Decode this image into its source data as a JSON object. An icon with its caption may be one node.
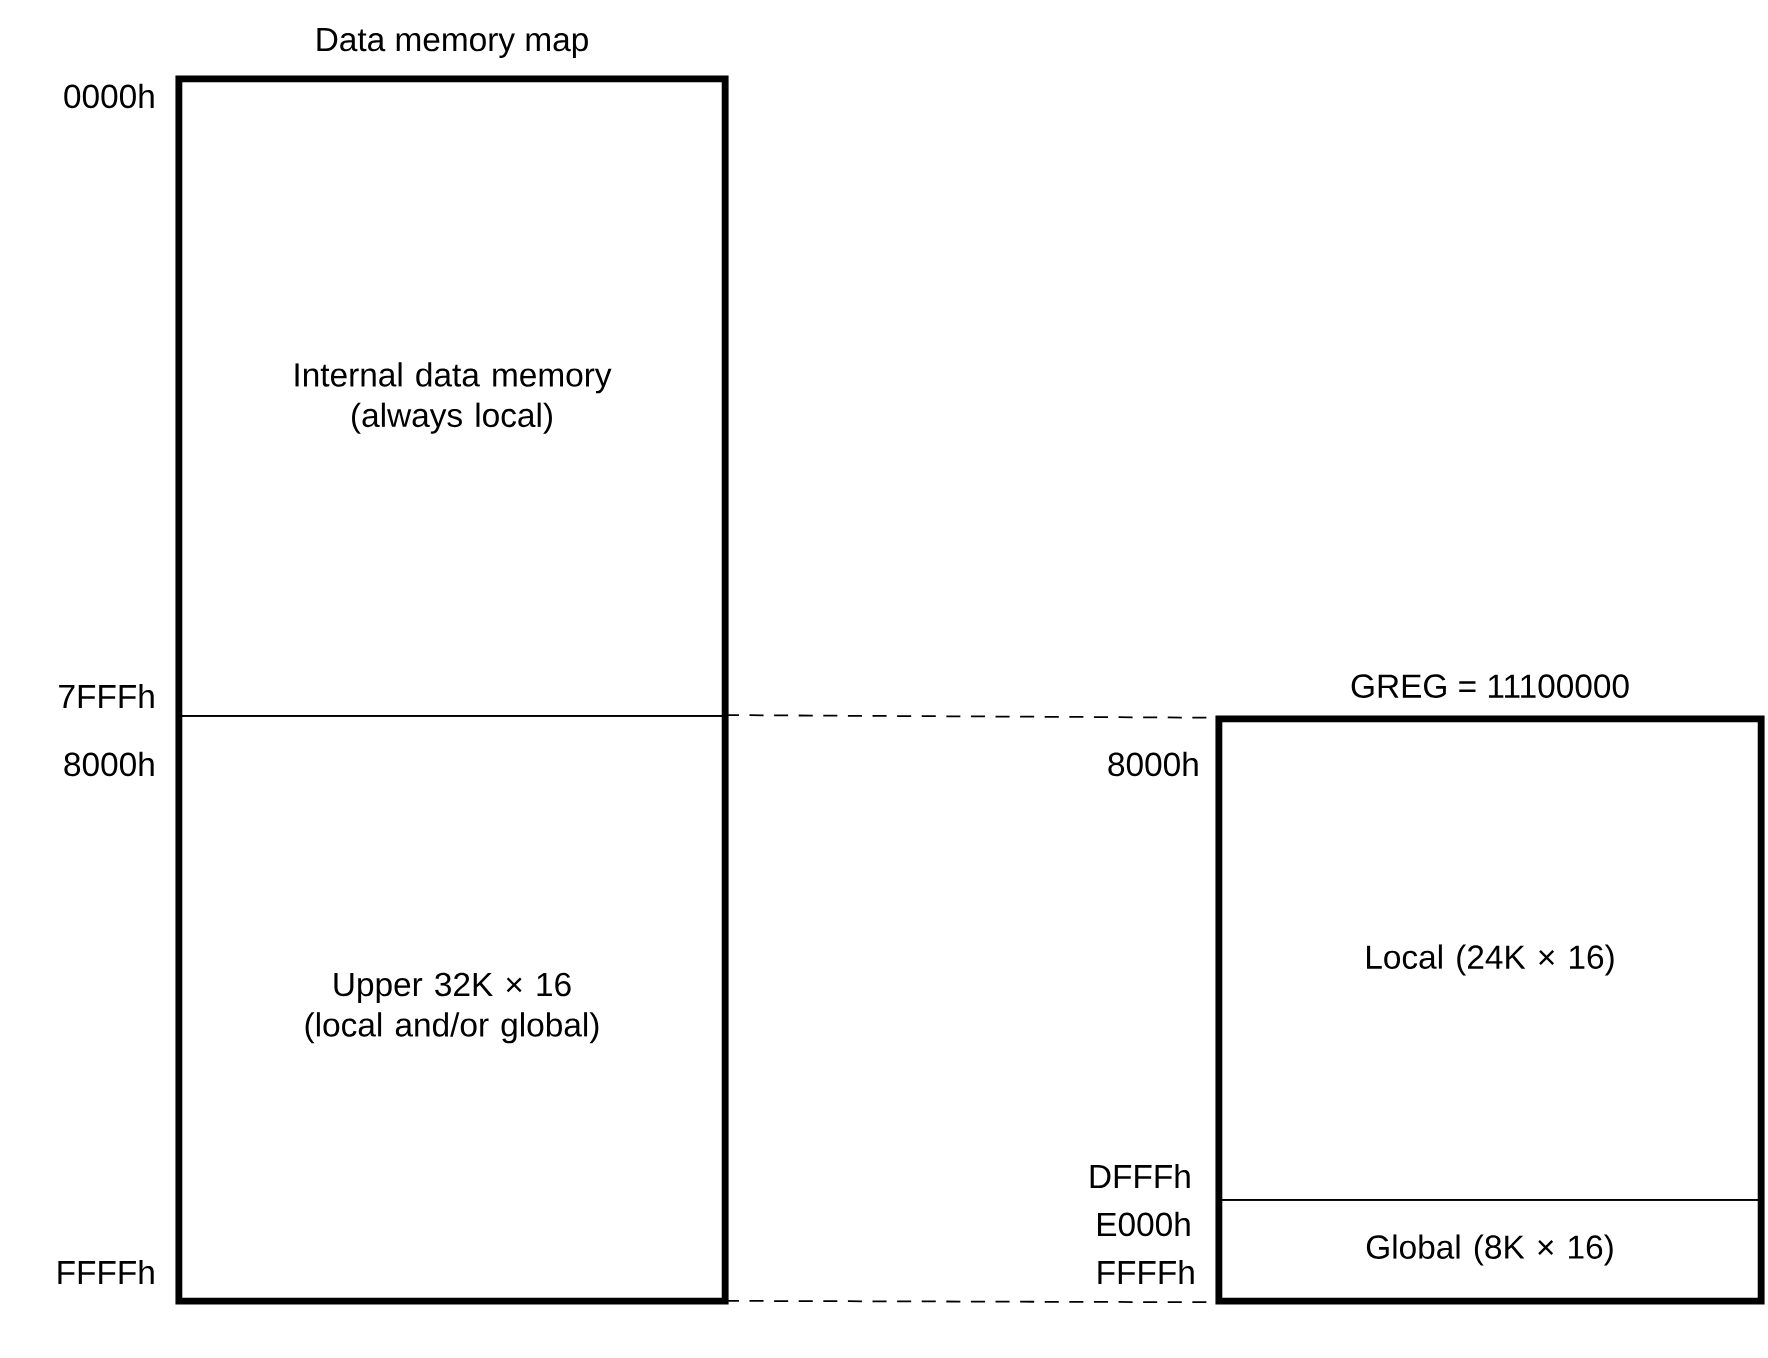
{
  "diagram": {
    "nodes": [
      {
        "text": [
          "Data memory map"
        ]
      },
      {
        "text": [
          "Internal data memory (always local)"
        ],
        "in": 0
      },
      {
        "text": [
          "Upper 32K × 16 (local and/or global)"
        ],
        "in": 0
      },
      {
        "text": [
          "GREG = 11100000"
        ]
      },
      {
        "text": [
          "Local (24K × 16)"
        ],
        "in": 3
      },
      {
        "text": [
          "Global (8K × 16)"
        ],
        "in": 3
      }
    ],
    "edges": [
      {
        "from": 2,
        "to": 3,
        "arrow": "none",
        "style": "dashed"
      },
      {
        "from": 2,
        "to": 3,
        "arrow": "none",
        "style": "dashed"
      }
    ],
    "labels": [
      "0000h",
      "7FFFh",
      "8000h",
      "FFFFh",
      "8000h",
      "DFFFh",
      "E000h",
      "FFFFh"
    ]
  }
}
